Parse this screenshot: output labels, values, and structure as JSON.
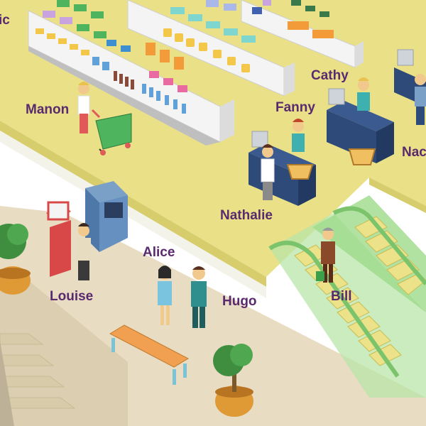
{
  "scene": {
    "kind": "isometric-shopping-mall-illustration",
    "colors": {
      "upper_floor": "#e9e088",
      "lower_floor": "#e8dcc2",
      "label_purple": "#5a2a6e",
      "escalator_glass": "#8fd48a",
      "counter_navy": "#2d4a78"
    }
  },
  "people": [
    {
      "id": "partial-top-left",
      "label": "ic"
    },
    {
      "id": "manon",
      "label": "Manon"
    },
    {
      "id": "cathy",
      "label": "Cathy"
    },
    {
      "id": "fanny",
      "label": "Fanny"
    },
    {
      "id": "partial-right",
      "label": "Nac"
    },
    {
      "id": "nathalie",
      "label": "Nathalie"
    },
    {
      "id": "alice",
      "label": "Alice"
    },
    {
      "id": "louise",
      "label": "Louise"
    },
    {
      "id": "hugo",
      "label": "Hugo"
    },
    {
      "id": "bill",
      "label": "Bill"
    }
  ]
}
